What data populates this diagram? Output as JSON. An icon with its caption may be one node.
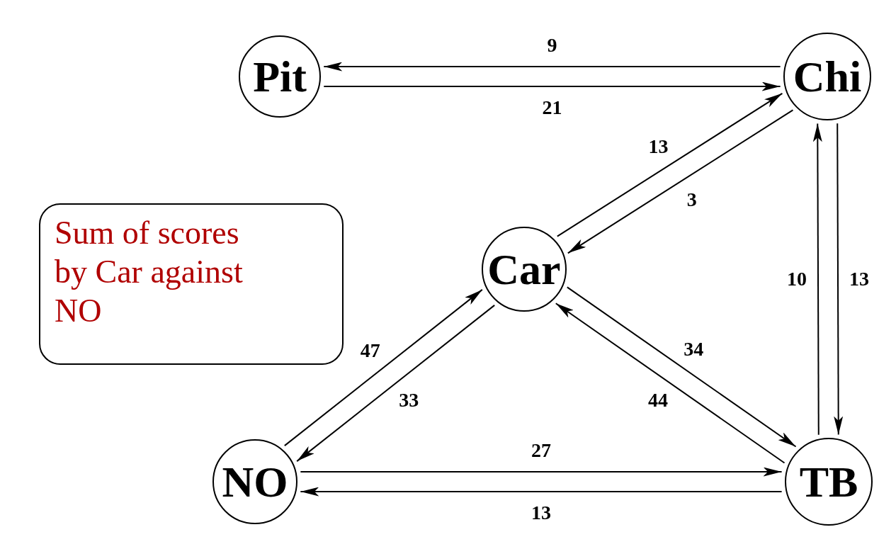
{
  "diagram": {
    "nodes": [
      {
        "text": [
          "Pit"
        ]
      },
      {
        "text": [
          "Chi"
        ]
      },
      {
        "text": [
          "Sum of scores by Car against NO"
        ]
      },
      {
        "text": [
          "Car"
        ]
      },
      {
        "text": [
          "NO"
        ]
      },
      {
        "text": [
          "TB"
        ]
      }
    ],
    "edges": [
      {
        "from": 1,
        "to": 0,
        "arrow": "to",
        "label": "9"
      },
      {
        "from": 0,
        "to": 1,
        "arrow": "to",
        "label": "21"
      },
      {
        "from": 3,
        "to": 1,
        "arrow": "to",
        "label": "13"
      },
      {
        "from": 1,
        "to": 3,
        "arrow": "to",
        "label": "3"
      },
      {
        "from": 4,
        "to": 3,
        "arrow": "to",
        "label": "47"
      },
      {
        "from": 3,
        "to": 4,
        "arrow": "to",
        "label": "33"
      },
      {
        "from": 3,
        "to": 5,
        "arrow": "to",
        "label": "34"
      },
      {
        "from": 5,
        "to": 3,
        "arrow": "to",
        "label": "44"
      },
      {
        "from": 5,
        "to": 1,
        "arrow": "to",
        "label": "10"
      },
      {
        "from": 1,
        "to": 5,
        "arrow": "to",
        "label": "13"
      },
      {
        "from": 4,
        "to": 5,
        "arrow": "to",
        "label": "27"
      },
      {
        "from": 5,
        "to": 4,
        "arrow": "to",
        "label": "13"
      }
    ]
  }
}
